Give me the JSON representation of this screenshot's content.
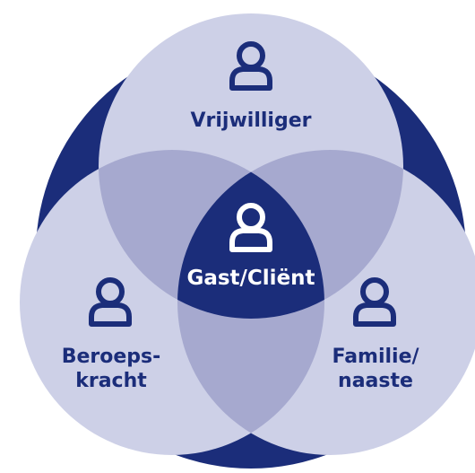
{
  "colors": {
    "outer_ring": "#1b2d7a",
    "circle_fill": "#cdd0e7",
    "pair_overlap": "#a6a9cf",
    "center_overlap": "#1b2d7a",
    "dark_text": "#1b2d7a",
    "light_text": "#ffffff"
  },
  "icons": {
    "person": "person-outline-icon"
  },
  "groups": {
    "top": {
      "label": "Vrijwilliger"
    },
    "left": {
      "label_line1": "Beroeps-",
      "label_line2": "kracht"
    },
    "right": {
      "label_line1": "Familie/",
      "label_line2": "naaste"
    },
    "center": {
      "label": "Gast/Cliënt"
    }
  }
}
